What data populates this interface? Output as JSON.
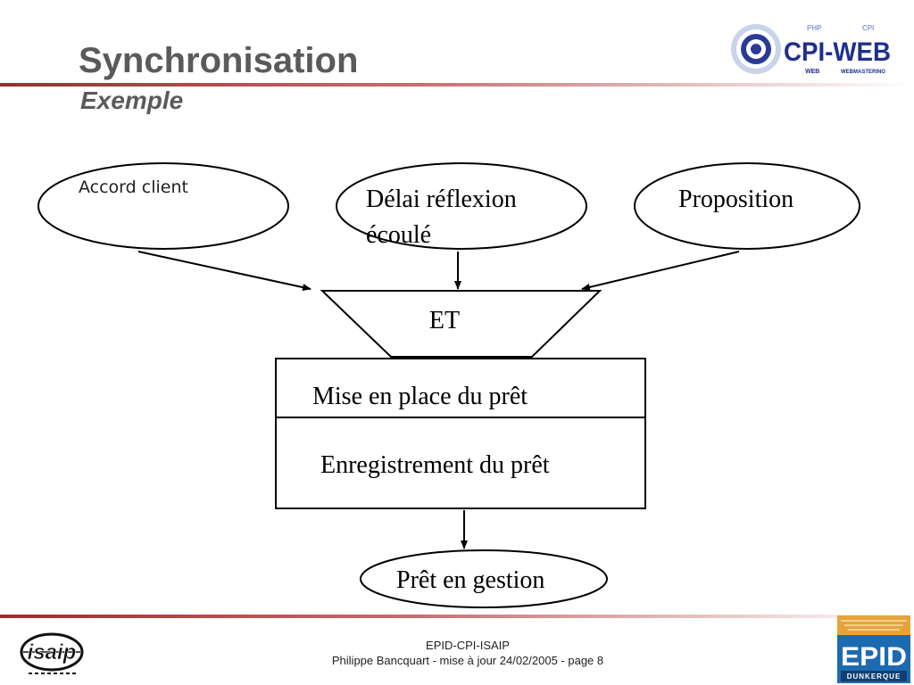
{
  "slide": {
    "title": "Synchronisation",
    "subtitle": "Exemple"
  },
  "diagram": {
    "inputs": {
      "accord_client": "Accord client",
      "delai_line1": "Délai réflexion",
      "delai_line2": "écoulé",
      "proposition": "Proposition"
    },
    "junction": "ET",
    "process": {
      "name": "Mise en place du prêt",
      "action": "Enregistrement du prêt"
    },
    "output": "Prêt en gestion"
  },
  "footer": {
    "line1": "EPID-CPI-ISAIP",
    "line2": "Philippe Bancquart  - mise à jour 24/02/2005 - page 8"
  },
  "logos": {
    "cpi_web": {
      "main": "CPI-WEB",
      "php": "PHP",
      "cpi": "CPI",
      "web": "WEB",
      "webmastering": "WEBMASTERING"
    },
    "isaip": "isaip",
    "epid": {
      "main": "EPID",
      "city": "DUNKERQUE"
    }
  },
  "colors": {
    "title": "#5a5a5a",
    "rule": "#a32a2a",
    "cpi_blue": "#1e2f8c",
    "epid_blue": "#1c6bb0",
    "epid_gold": "#e7a33b"
  }
}
